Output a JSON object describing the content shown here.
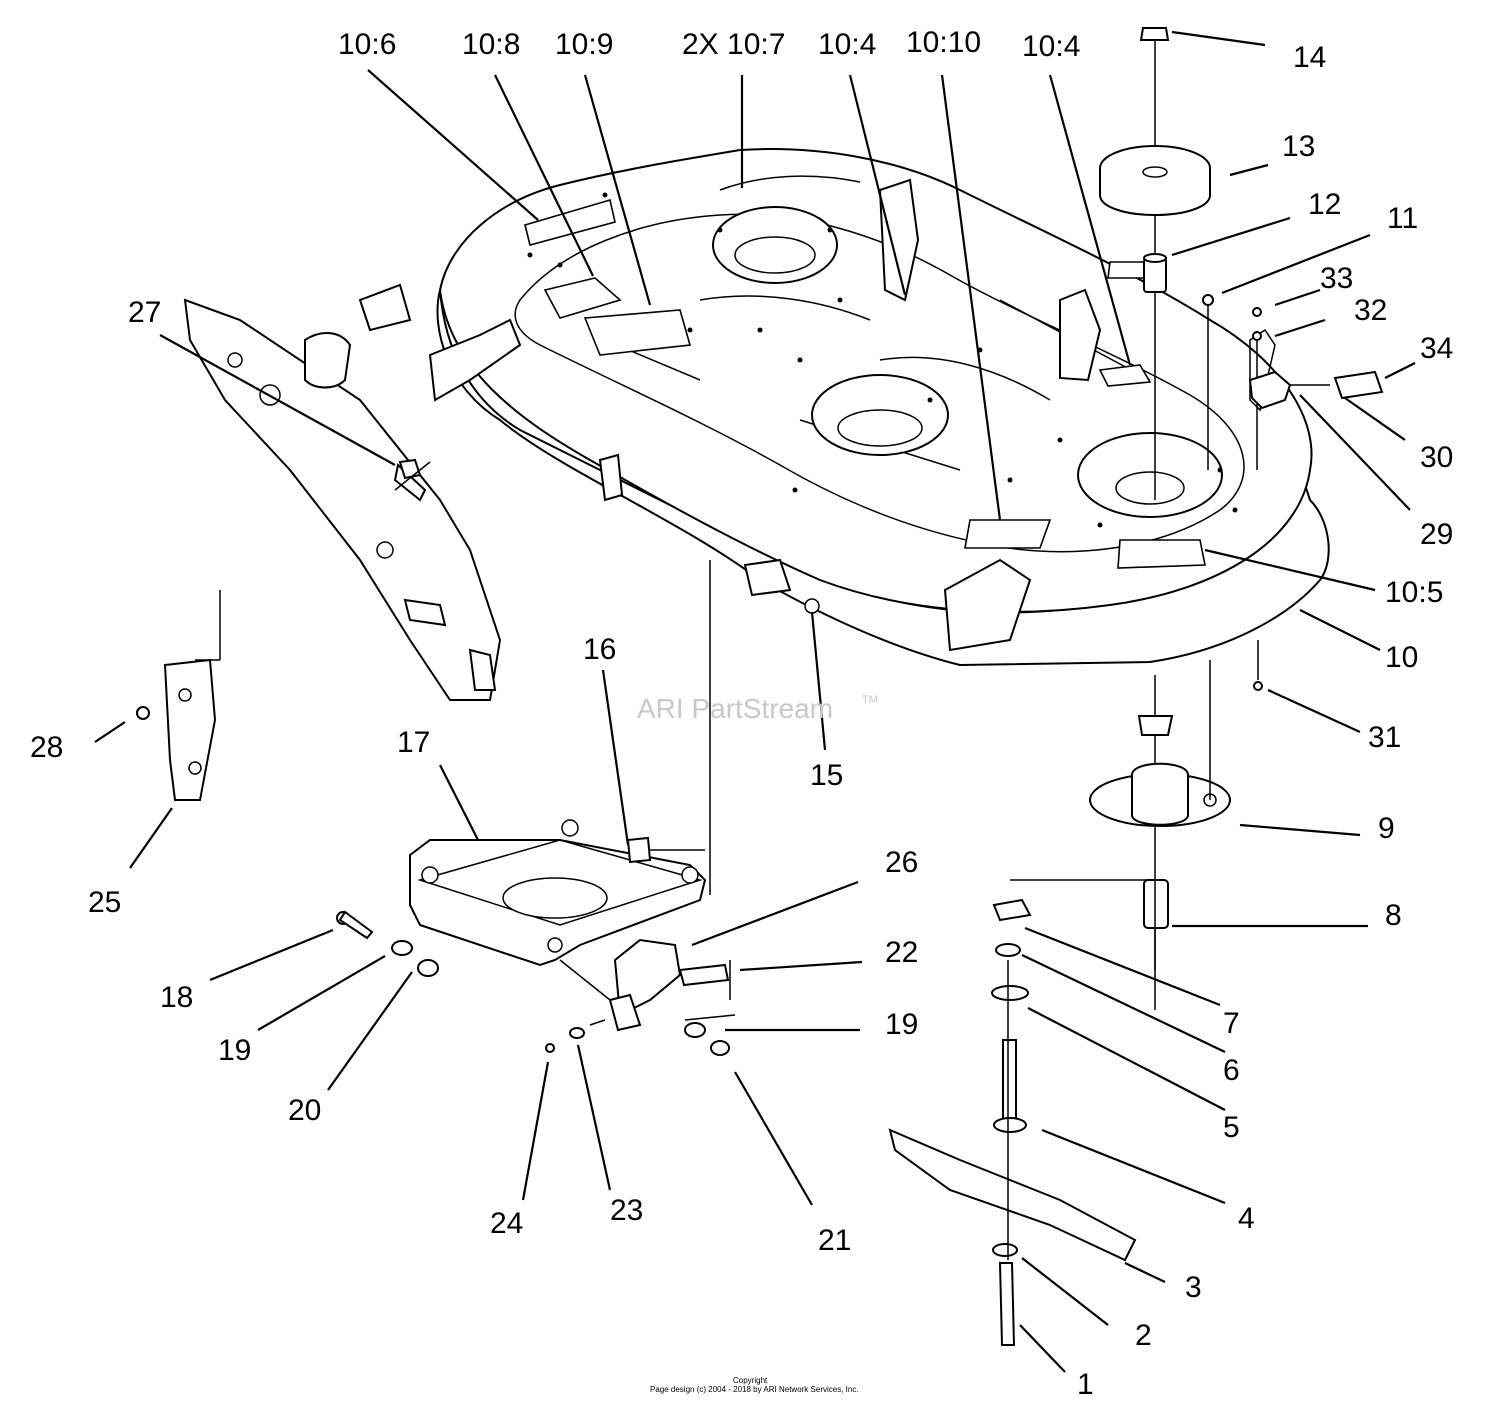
{
  "watermark": "ARI PartStream",
  "watermark_tm": "TM",
  "footer": {
    "line1": "Copyright",
    "line2": "Page design (c) 2004 - 2018 by ARI Network Services, Inc."
  },
  "callouts": {
    "c1": "1",
    "c2": "2",
    "c3": "3",
    "c4": "4",
    "c5": "5",
    "c6": "6",
    "c7": "7",
    "c8": "8",
    "c9": "9",
    "c10": "10",
    "c11": "11",
    "c12": "12",
    "c13": "13",
    "c14": "14",
    "c15": "15",
    "c16": "16",
    "c17": "17",
    "c18": "18",
    "c19a": "19",
    "c19b": "19",
    "c20": "20",
    "c21": "21",
    "c22": "22",
    "c23": "23",
    "c24": "24",
    "c25": "25",
    "c26": "26",
    "c27": "27",
    "c28": "28",
    "c29": "29",
    "c30": "30",
    "c31": "31",
    "c32": "32",
    "c33": "33",
    "c34": "34",
    "c10_6": "10:6",
    "c10_8": "10:8",
    "c10_9": "10:9",
    "c2x10_7": "2X 10:7",
    "c10_4a": "10:4",
    "c10_10": "10:10",
    "c10_4b": "10:4",
    "c10_5": "10:5"
  }
}
